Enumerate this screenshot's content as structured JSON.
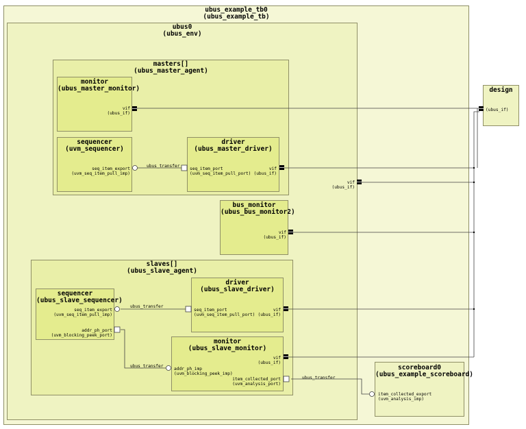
{
  "tb": {
    "name": "ubus_example_tb0",
    "type": "(ubus_example_tb)"
  },
  "env": {
    "name": "ubus0",
    "type": "(ubus_env)"
  },
  "masters": {
    "name": "masters[]",
    "type": "(ubus_master_agent)"
  },
  "master_monitor": {
    "name": "monitor",
    "type": "(ubus_master_monitor)",
    "port": "vif",
    "port_type": "(ubus_if)"
  },
  "master_sequencer": {
    "name": "sequencer",
    "type": "(uvm_sequencer)",
    "port": "seq_item_export",
    "port_type": "(uvm_seq_item_pull_imp)"
  },
  "master_driver": {
    "name": "driver",
    "type": "(ubus_master_driver)",
    "in_port": "seq_item_port",
    "in_port_type": "(uvm_seq_item_pull_port)",
    "port": "vif",
    "port_type": "(ubus_if)"
  },
  "master_link": "ubus_transfer",
  "env_port": {
    "name": "vif",
    "type": "(ubus_if)"
  },
  "bus_monitor": {
    "name": "bus_monitor",
    "type": "(ubus_bus_monitor2)",
    "port": "vif",
    "port_type": "(ubus_if)"
  },
  "slaves": {
    "name": "slaves[]",
    "type": "(ubus_slave_agent)"
  },
  "slave_sequencer": {
    "name": "sequencer",
    "type": "(ubus_slave_sequencer)",
    "port1": "seq_item_export",
    "port1_type": "(uvm_seq_item_pull_imp)",
    "port2": "addr_ph_port",
    "port2_type": "(uvm_blocking_peek_port)"
  },
  "slave_driver": {
    "name": "driver",
    "type": "(ubus_slave_driver)",
    "in_port": "seq_item_port",
    "in_port_type": "(uvm_seq_item_pull_port)",
    "port": "vif",
    "port_type": "(ubus_if)"
  },
  "slave_monitor": {
    "name": "monitor",
    "type": "(ubus_slave_monitor)",
    "in_port": "addr_ph_imp",
    "in_port_type": "(uvm_blocking_peek_imp)",
    "port": "vif",
    "port_type": "(ubus_if)",
    "out_port": "item_collected_port",
    "out_port_type": "(uvm_analysis_port)"
  },
  "slave_link1": "ubus_transfer",
  "slave_link2": "ubus_transfer",
  "scoreboard_link": "ubus_transfer",
  "scoreboard": {
    "name": "scoreboard0",
    "type": "(ubus_example_scoreboard)",
    "port": "item_collected_export",
    "port_type": "(uvm_analysis_imp)"
  },
  "design": {
    "name": "design",
    "port_type": "(ubus_if)"
  },
  "colors": {
    "outer": "#f5f7d6",
    "env": "#eff3c2",
    "agent": "#e9efa8",
    "component": "#e4ec8e",
    "border": "#8f8f66"
  }
}
